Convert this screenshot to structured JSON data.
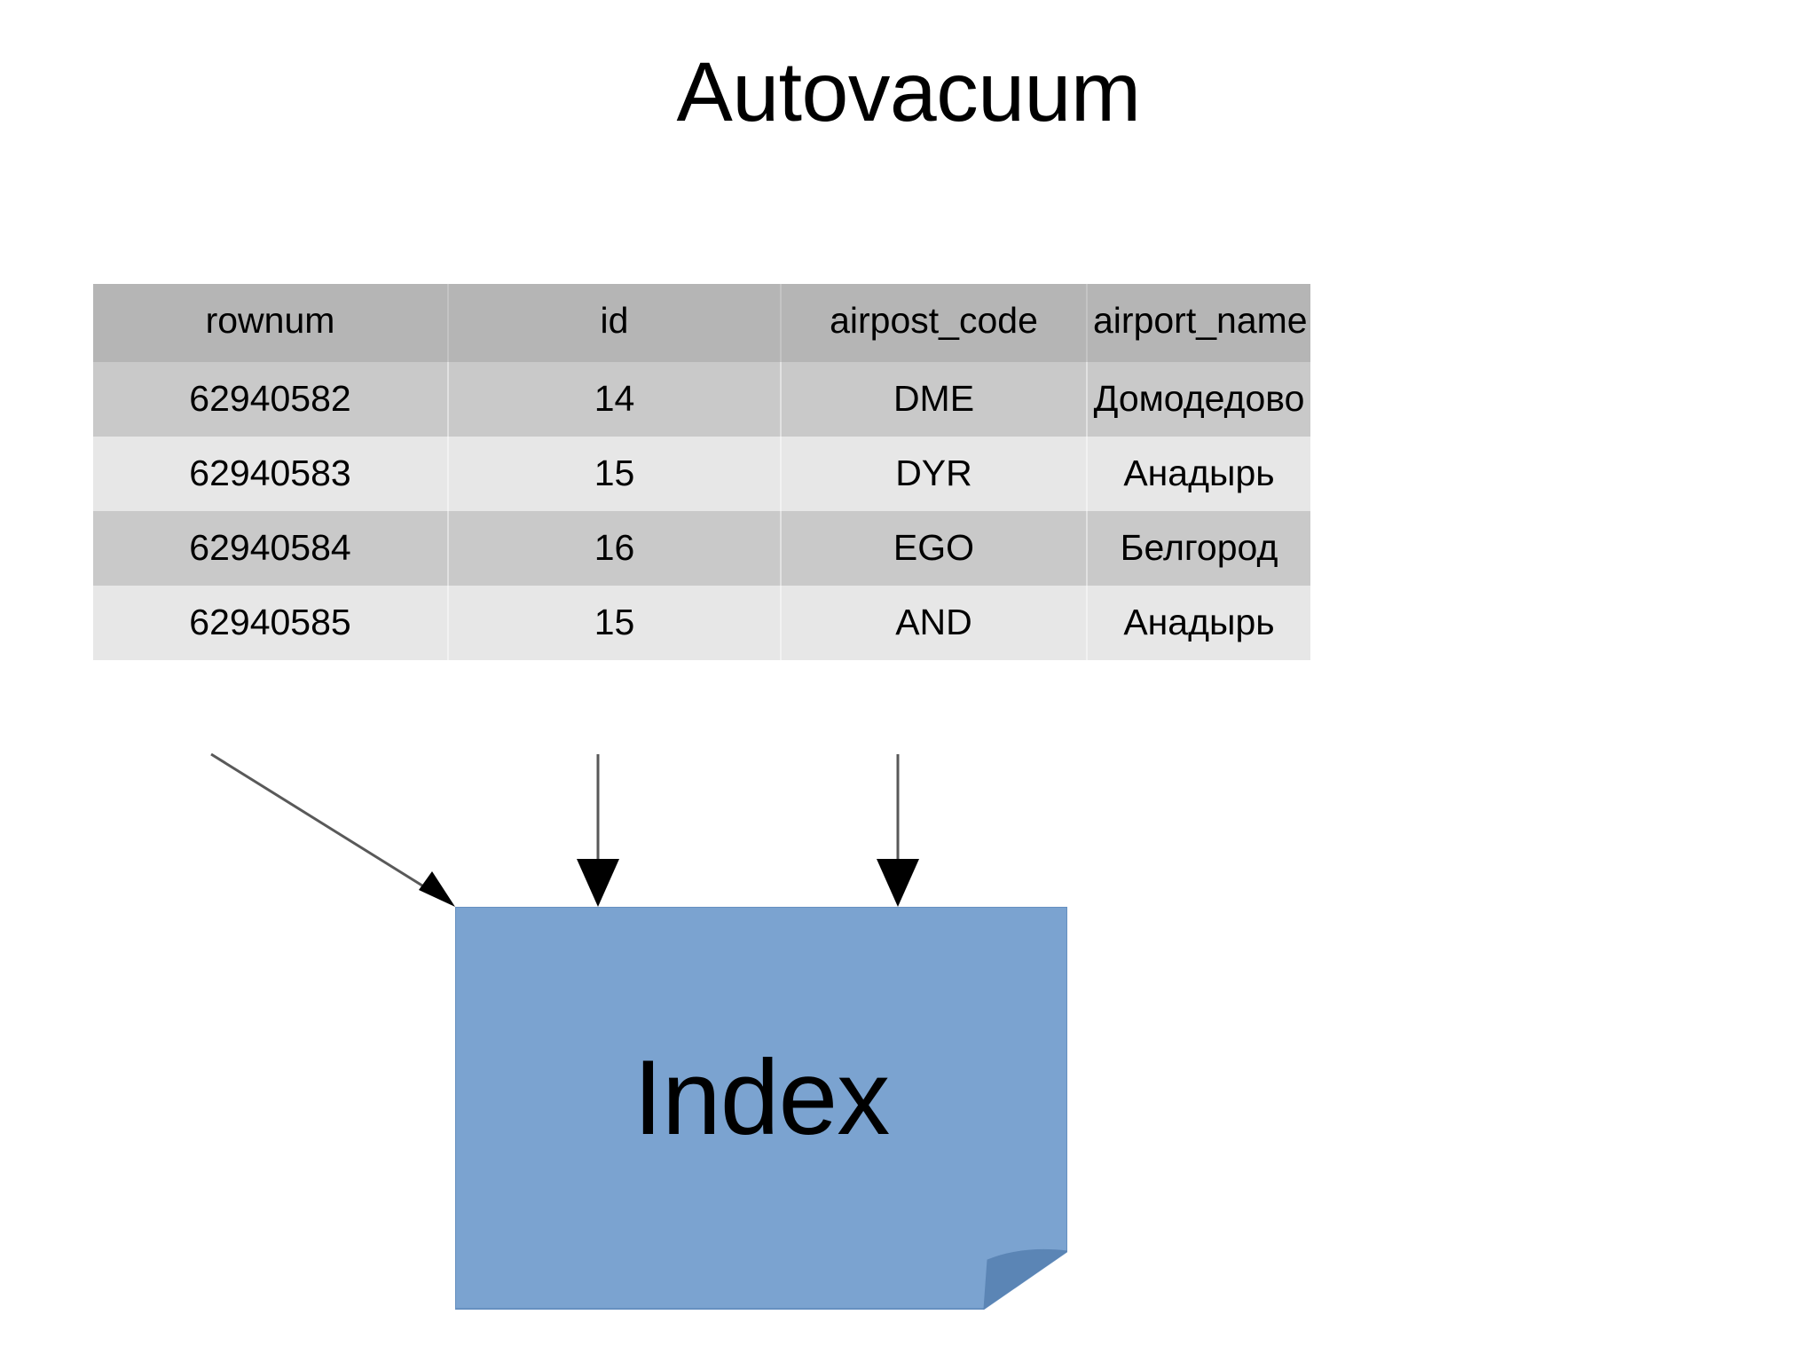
{
  "slide": {
    "title": "Autovacuum",
    "background_color": "#ffffff"
  },
  "table": {
    "header_bg": "#b5b5b5",
    "row_dark_bg": "#c9c9c9",
    "row_light_bg": "#e7e7e7",
    "columns": [
      "rownum",
      "id",
      "airpost_code",
      "airport_name"
    ],
    "rows": [
      {
        "rownum": "62940582",
        "id": "14",
        "airpost_code": "DME",
        "airport_name": "Домодедово"
      },
      {
        "rownum": "62940583",
        "id": "15",
        "airpost_code": "DYR",
        "airport_name": "Анадырь"
      },
      {
        "rownum": "62940584",
        "id": "16",
        "airpost_code": "EGO",
        "airport_name": "Белгород"
      },
      {
        "rownum": "62940585",
        "id": "15",
        "airpost_code": "AND",
        "airport_name": "Анадырь"
      }
    ]
  },
  "index_shape": {
    "label": "Index",
    "fill_color": "#7ba3d0",
    "fold_color": "#5b85b5",
    "border_color": "#6690c0"
  },
  "arrows": {
    "color": "#595959",
    "head_color": "#000000",
    "items": [
      {
        "name": "rownum-to-index",
        "kind": "diagonal"
      },
      {
        "name": "id-to-index",
        "kind": "vertical"
      },
      {
        "name": "airpost-code-to-index",
        "kind": "vertical"
      }
    ]
  }
}
